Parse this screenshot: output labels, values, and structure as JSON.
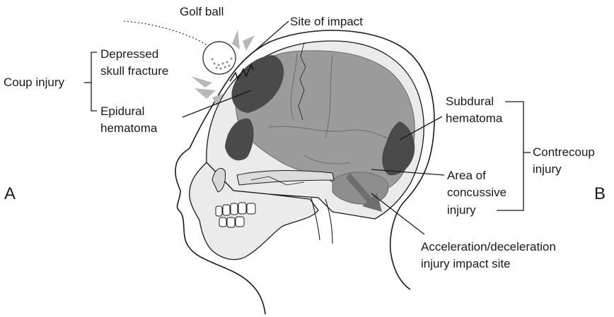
{
  "panel_a_label": "A",
  "panel_b_label": "B",
  "labels": {
    "golf_ball": "Golf ball",
    "site_of_impact": "Site of impact",
    "depressed_fracture_1": "Depressed",
    "depressed_fracture_2": "skull fracture",
    "coup_injury": "Coup injury",
    "epidural_1": "Epidural",
    "epidural_2": "hematoma",
    "subdural_1": "Subdural",
    "subdural_2": "hematoma",
    "contrecoup_1": "Contrecoup",
    "contrecoup_2": "injury",
    "concussive_1": "Area of",
    "concussive_2": "concussive",
    "concussive_3": "injury",
    "accel_1": "Acceleration/deceleration",
    "accel_2": "injury impact site"
  },
  "colors": {
    "skin": "#ffffff",
    "skull": "#ebebeb",
    "brain": "#9b9b9b",
    "hematoma": "#4a4a4a",
    "outline": "#1a1a1a",
    "arrow": "#6e6e6e",
    "impact_burst": "#b8b8b8"
  }
}
